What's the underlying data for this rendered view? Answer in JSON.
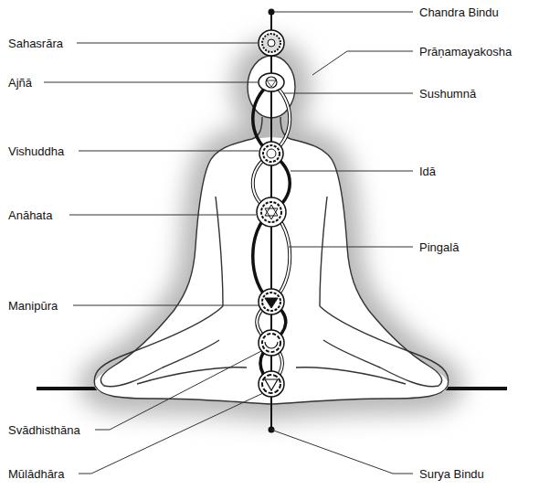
{
  "diagram": {
    "labels": [
      "Sahasrāra",
      "Ajñā",
      "Vishuddha",
      "Anāhata",
      "Manipūra",
      "Svādhisthāna",
      "Mūlādhāra",
      "Chandra Bindu",
      "Prāṇamayakosha",
      "Sushumnā",
      "Idā",
      "Pingalā",
      "Surya Bindu"
    ]
  }
}
